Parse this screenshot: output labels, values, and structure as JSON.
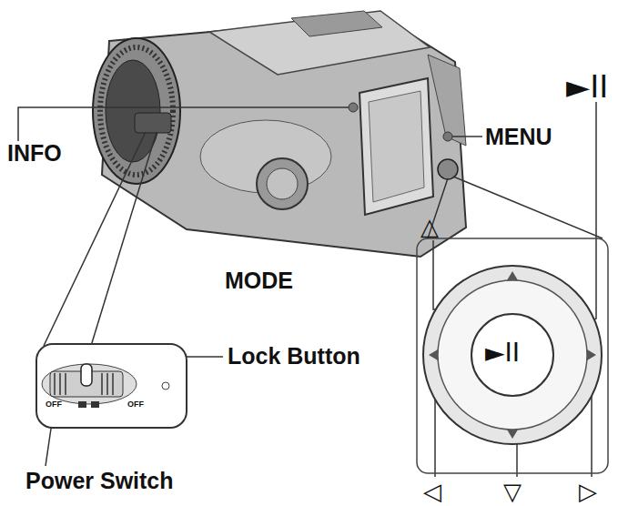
{
  "diagram": {
    "labels": [
      "INFO",
      "MENU",
      "►II",
      "△",
      "MODE",
      "Lock Button",
      "Power Switch",
      "◁",
      "▽",
      "▷",
      "►II",
      "OFF",
      "OFF"
    ]
  }
}
